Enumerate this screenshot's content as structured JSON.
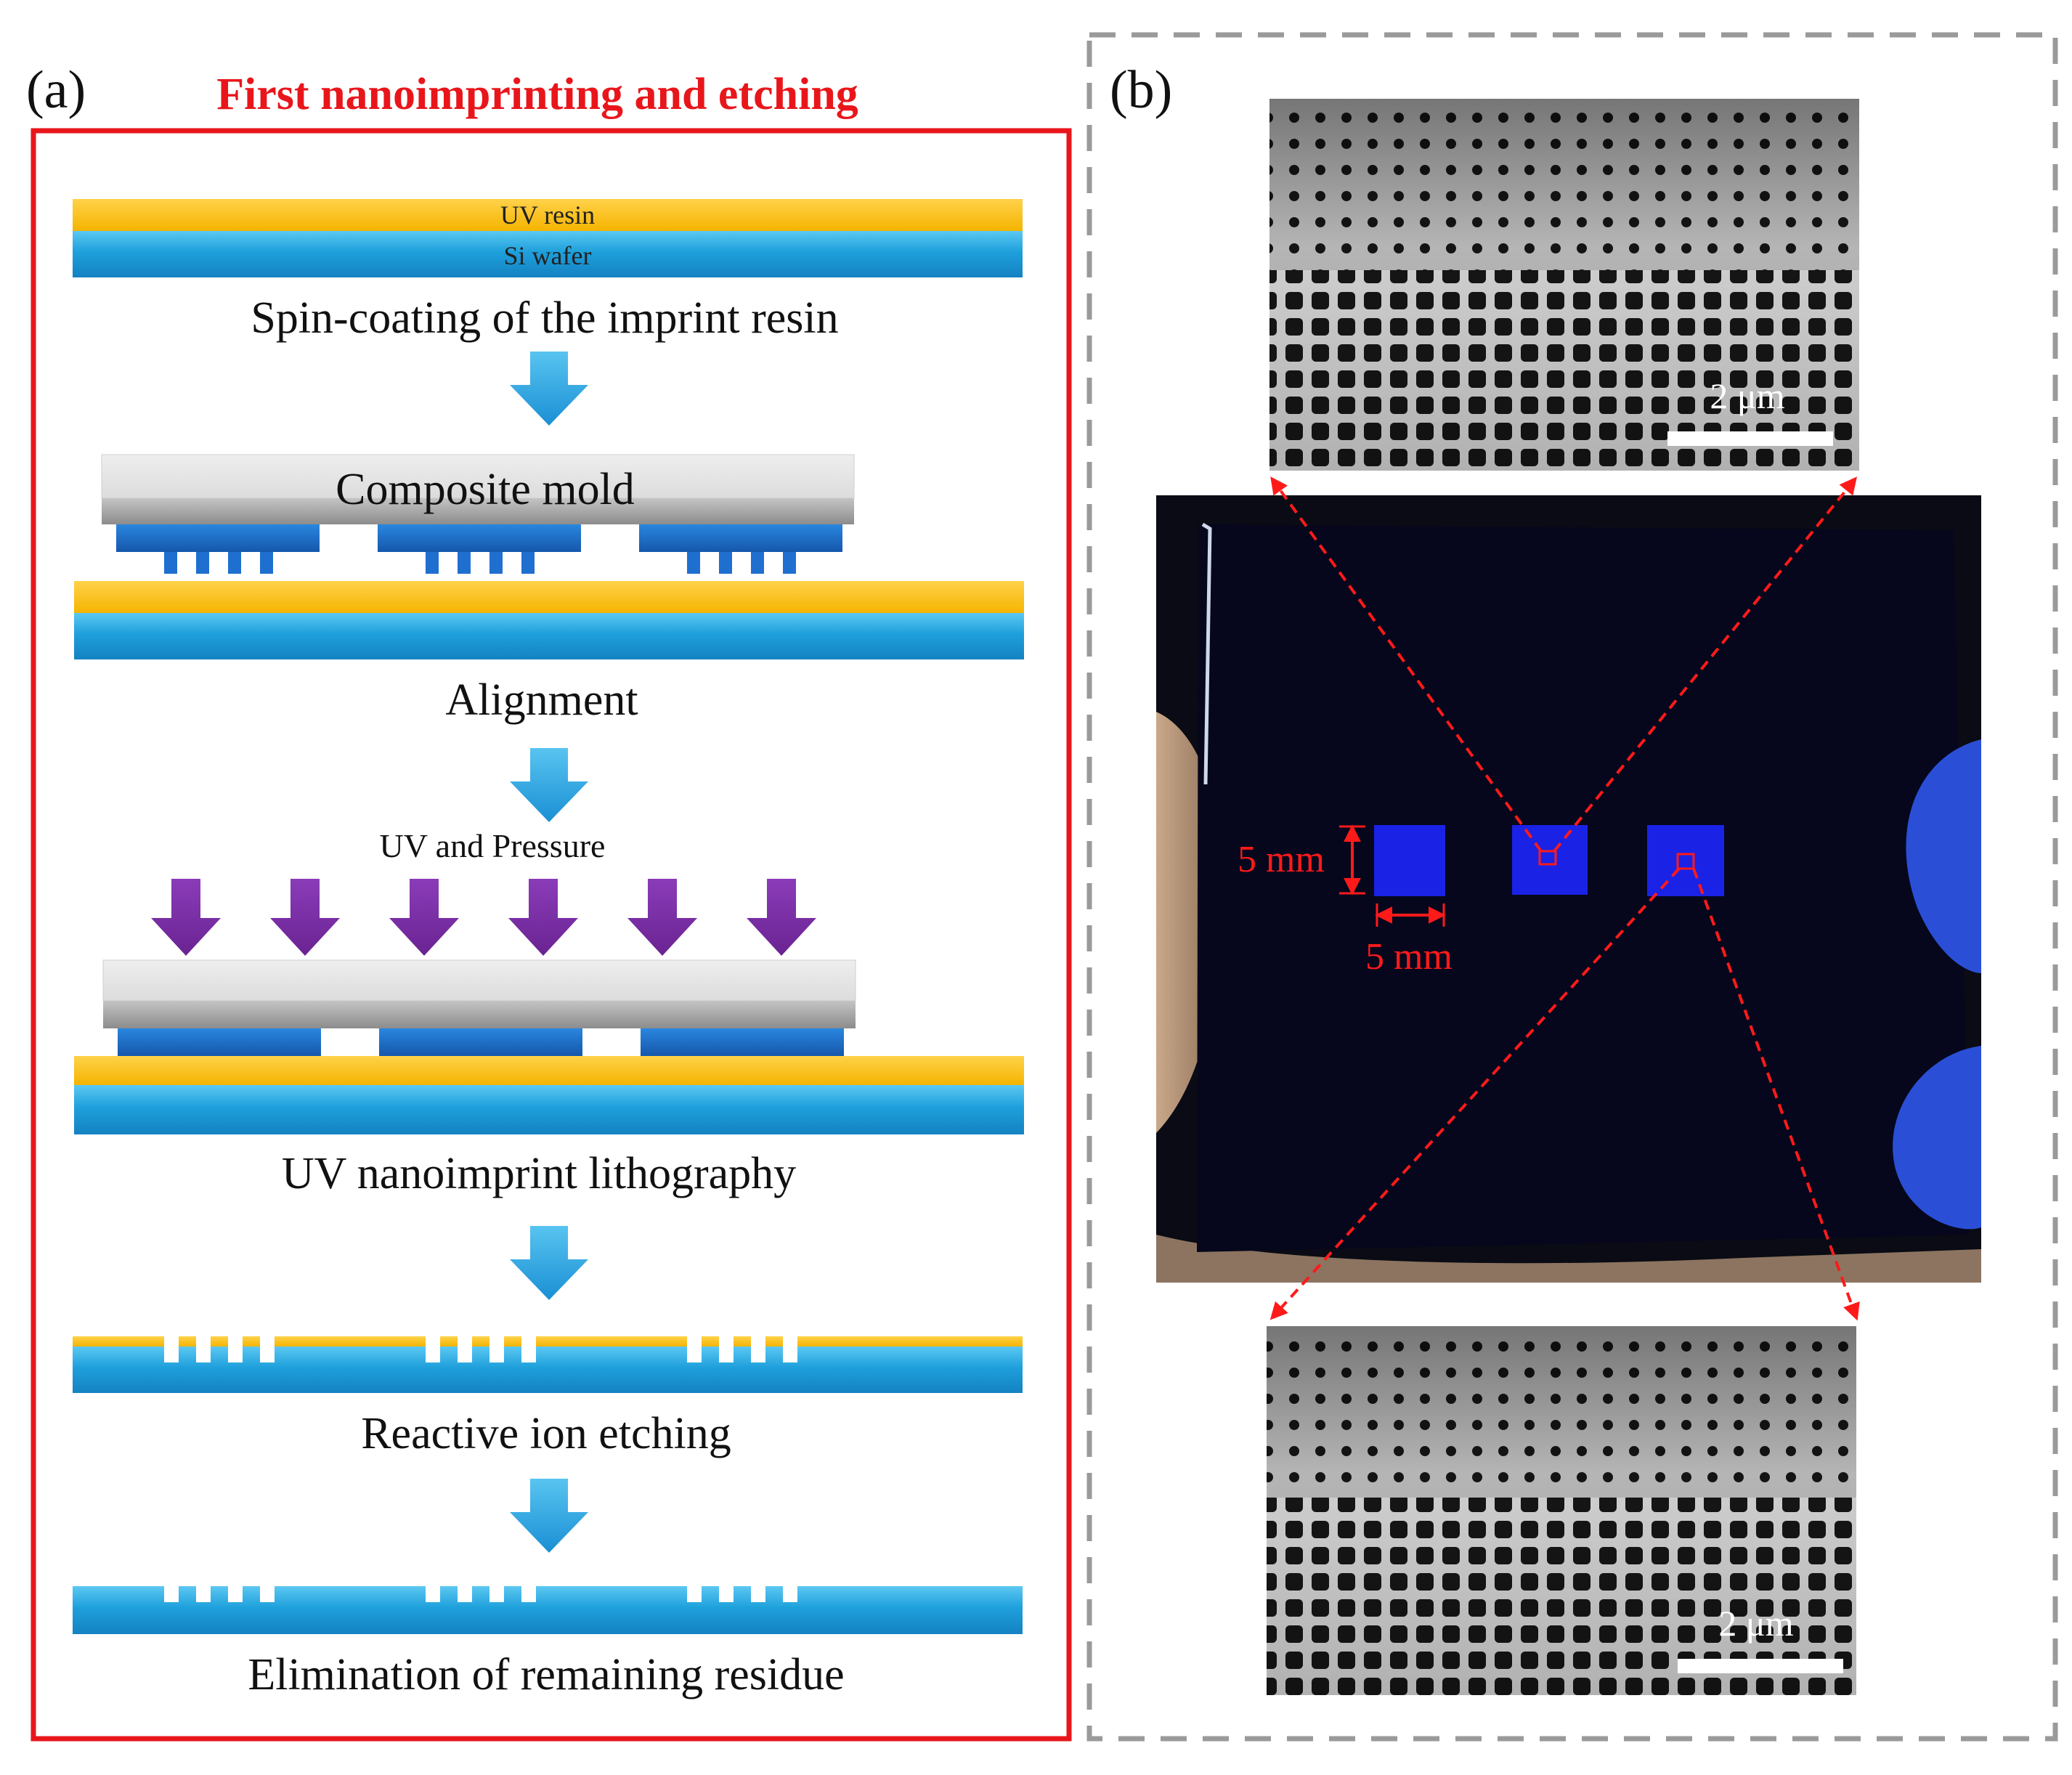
{
  "panel_a": {
    "label": "(a)",
    "title": "First nanoimprinting and etching",
    "layer_labels": {
      "resin": "UV resin",
      "wafer": "Si wafer"
    },
    "mold_label": "Composite mold",
    "force_label": "UV and Pressure",
    "steps": [
      "Spin-coating of the imprint resin",
      "Alignment",
      "UV nanoimprint lithography",
      "Reactive ion etching",
      "Elimination of remaining residue"
    ]
  },
  "panel_b": {
    "label": "(b)",
    "scale_bar_top": "2 μm",
    "scale_bar_bottom": "2 μm",
    "dim_vertical": "5 mm",
    "dim_horizontal": "5 mm"
  },
  "colors": {
    "frame_red": "#e8161b",
    "resin_yellow": "#ffc000",
    "wafer_blue": "#1ea0dc",
    "stamp_blue": "#1e6ec8",
    "uv_purple": "#7b2fa6",
    "sample_dark": "#06071c",
    "pad_blue": "#1a22e6",
    "annotation_red": "#ff1a1a"
  }
}
